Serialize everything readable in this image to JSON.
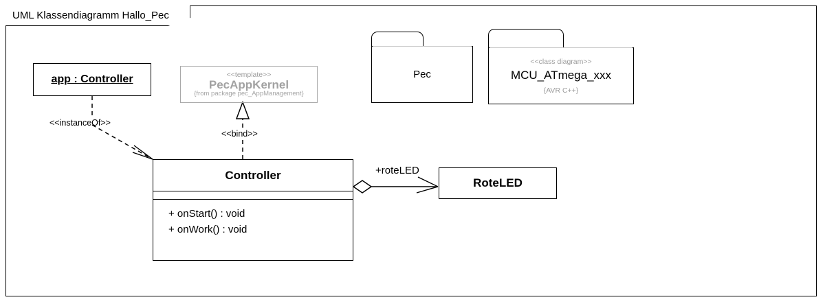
{
  "frame": {
    "title": "UML Klassendiagramm Hallo_Pec"
  },
  "nodes": {
    "object_app": {
      "name": "app : Controller",
      "kind": "object-instance"
    },
    "template_class": {
      "stereotype": "<<template>>",
      "name": "PecAppKernel",
      "tagged_value": "{from package pec_AppManagement}",
      "color": "#a2a2a2"
    },
    "package_pec": {
      "name": "Pec",
      "kind": "package"
    },
    "package_mcu": {
      "stereotype": "<<class diagram>>",
      "name": "MCU_ATmega_xxx",
      "tagged_value": "{AVR C++}",
      "kind": "package"
    },
    "class_controller": {
      "name": "Controller",
      "attributes": [],
      "operations": [
        "+ onStart() : void",
        "+ onWork() : void"
      ]
    },
    "class_roteled": {
      "name": "RoteLED"
    }
  },
  "edges": {
    "instance_of": {
      "label": "<<instanceOf>>",
      "from": "app : Controller",
      "to": "Controller",
      "style": "dashed-open-arrow"
    },
    "bind": {
      "label": "<<bind>>",
      "from": "Controller",
      "to": "PecAppKernel",
      "style": "dashed-hollow-triangle"
    },
    "aggregation": {
      "label": "+roteLED",
      "from": "Controller",
      "to": "RoteLED",
      "style": "hollow-diamond-open-arrow"
    }
  },
  "colors": {
    "stroke": "#000000",
    "grey": "#a2a2a2",
    "background": "#ffffff"
  }
}
